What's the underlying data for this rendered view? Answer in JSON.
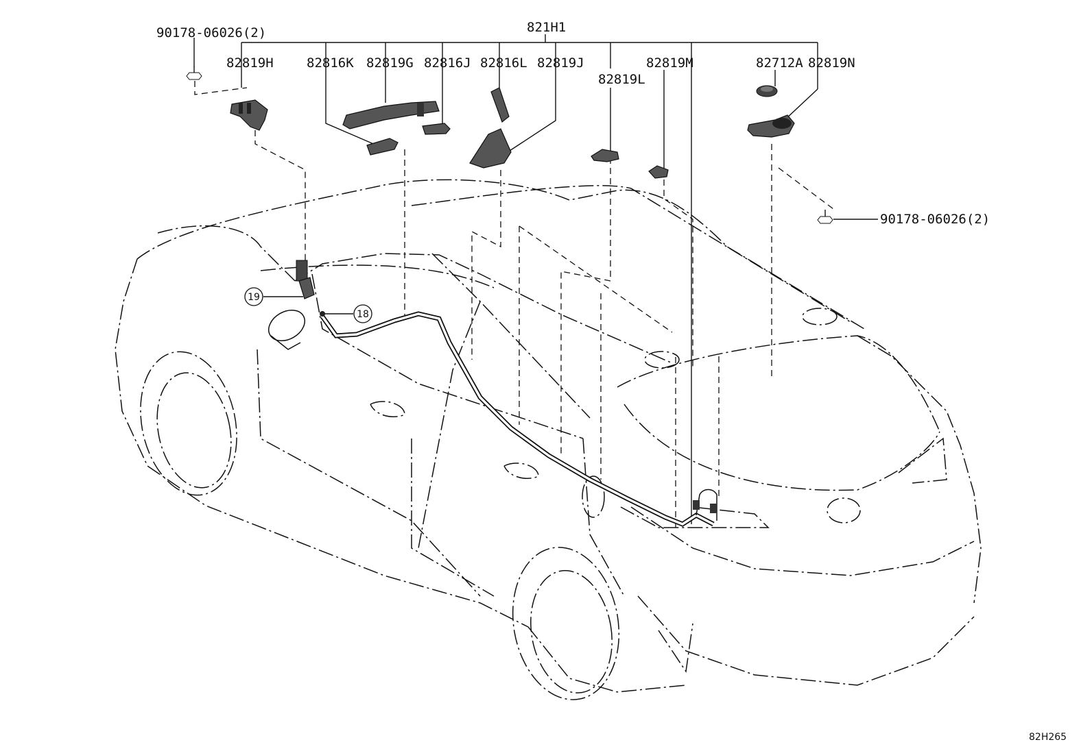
{
  "diagram": {
    "assembly_label": "821H1",
    "drawing_code": "82H265",
    "parts": {
      "clip_left": "90178-06026(2)",
      "clip_right": "90178-06026(2)",
      "p82819H": "82819H",
      "p82816K": "82816K",
      "p82819G": "82819G",
      "p82816J": "82816J",
      "p82816L": "82816L",
      "p82819J": "82819J",
      "p82819L": "82819L",
      "p82819M": "82819M",
      "p82712A": "82712A",
      "p82819N": "82819N"
    },
    "references": {
      "ref19": "19",
      "ref18": "18"
    }
  }
}
